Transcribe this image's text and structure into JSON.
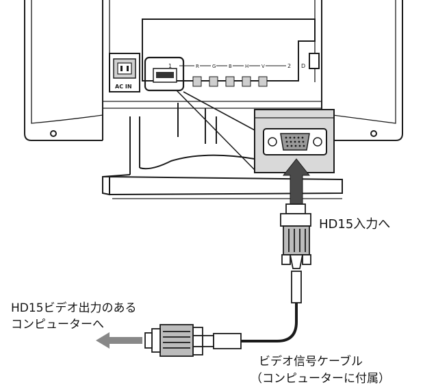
{
  "panel": {
    "ac_in_label": "AC IN",
    "input1_label": "1",
    "input2_label": "2",
    "control_letters": [
      "R",
      "G",
      "B",
      "H",
      "V"
    ],
    "d_label": "D"
  },
  "labels": {
    "hd15_input": "HD15入力へ",
    "computer_line1": "HD15ビデオ出力のある",
    "computer_line2": "コンピューターへ",
    "cable_line1": "ビデオ信号ケーブル",
    "cable_line2": "（コンピューターに付属）"
  },
  "colors": {
    "line": "#1a1a1a",
    "arrow_up": "#4a4a4a",
    "arrow_left": "#888888",
    "inset_fill": "#d9d9d9",
    "metal": "#bcbcbc"
  },
  "icons": [
    "ac-inlet-icon",
    "input-port-icon",
    "hd15-port-icon",
    "up-arrow-icon",
    "left-arrow-icon"
  ]
}
